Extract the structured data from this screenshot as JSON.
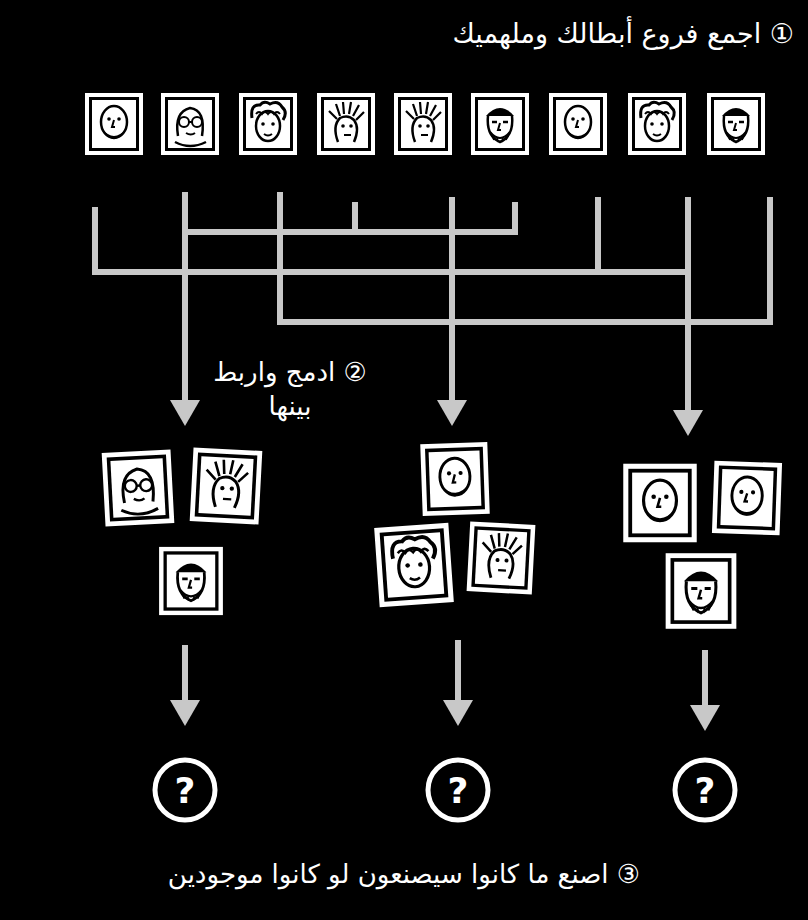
{
  "diagram": {
    "nodes": [
      {
        "text": [
          "?"
        ]
      },
      {
        "text": [
          "?"
        ]
      },
      {
        "text": [
          "?"
        ]
      }
    ],
    "labels": [
      "① اجمع فروع أبطالك وملهميك",
      "② ادمج واربط بينها",
      "③ اصنع ما كانوا سيصنعون لو كانوا موجودين"
    ]
  }
}
